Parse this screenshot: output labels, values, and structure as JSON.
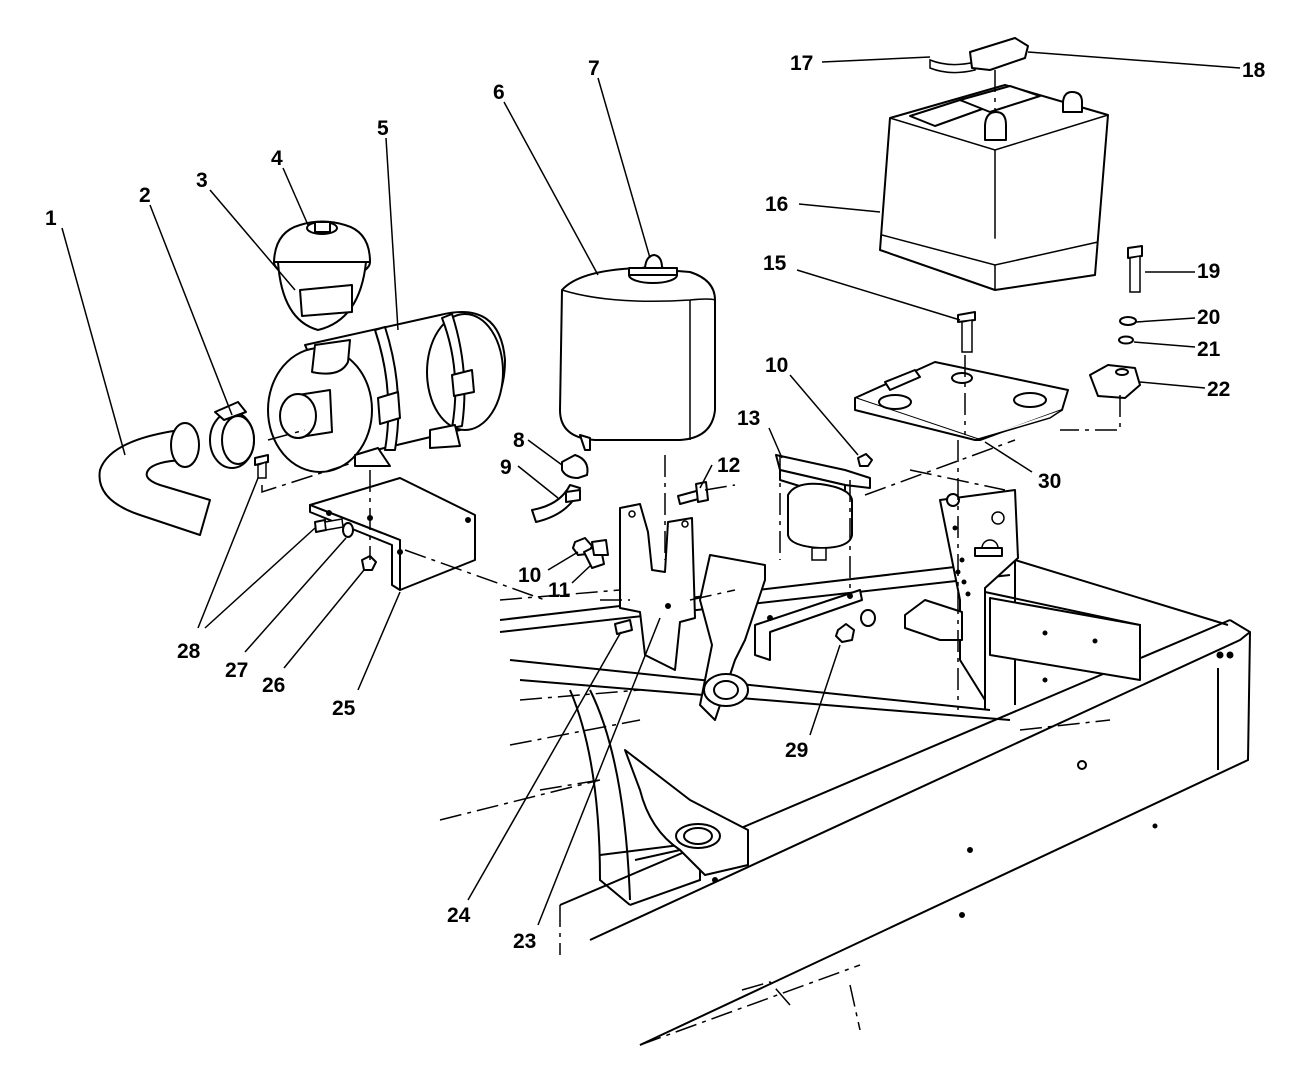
{
  "callouts": [
    {
      "id": "1",
      "label": "1"
    },
    {
      "id": "2",
      "label": "2"
    },
    {
      "id": "3",
      "label": "3"
    },
    {
      "id": "4",
      "label": "4"
    },
    {
      "id": "5",
      "label": "5"
    },
    {
      "id": "6",
      "label": "6"
    },
    {
      "id": "7",
      "label": "7"
    },
    {
      "id": "8",
      "label": "8"
    },
    {
      "id": "9",
      "label": "9"
    },
    {
      "id": "10a",
      "label": "10"
    },
    {
      "id": "10b",
      "label": "10"
    },
    {
      "id": "11",
      "label": "11"
    },
    {
      "id": "12",
      "label": "12"
    },
    {
      "id": "13",
      "label": "13"
    },
    {
      "id": "15",
      "label": "15"
    },
    {
      "id": "16",
      "label": "16"
    },
    {
      "id": "17",
      "label": "17"
    },
    {
      "id": "18",
      "label": "18"
    },
    {
      "id": "19",
      "label": "19"
    },
    {
      "id": "20",
      "label": "20"
    },
    {
      "id": "21",
      "label": "21"
    },
    {
      "id": "22",
      "label": "22"
    },
    {
      "id": "23",
      "label": "23"
    },
    {
      "id": "24",
      "label": "24"
    },
    {
      "id": "25",
      "label": "25"
    },
    {
      "id": "26",
      "label": "26"
    },
    {
      "id": "27",
      "label": "27"
    },
    {
      "id": "28",
      "label": "28"
    },
    {
      "id": "29",
      "label": "29"
    },
    {
      "id": "30",
      "label": "30"
    }
  ]
}
